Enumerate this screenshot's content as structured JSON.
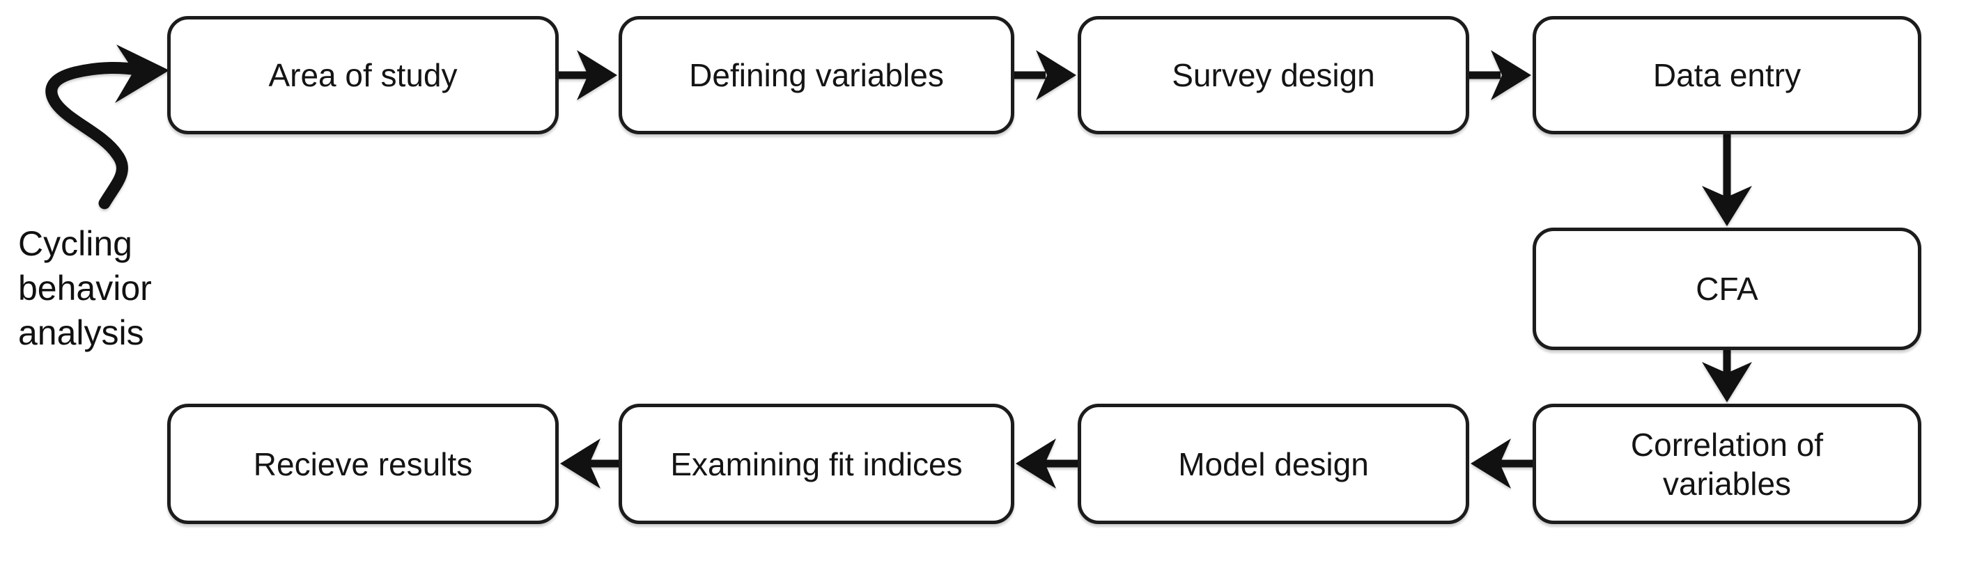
{
  "diagram": {
    "title_hint": "Flowchart of cycling behavior analysis study process",
    "colors": {
      "stroke": "#1c1c1c",
      "fill": "#ffffff",
      "background": "#ffffff",
      "text": "#141414"
    },
    "annotation": {
      "label": "Cycling behavior analysis"
    },
    "nodes": [
      {
        "id": "area-of-study",
        "label": "Area of study"
      },
      {
        "id": "defining-variables",
        "label": "Defining variables"
      },
      {
        "id": "survey-design",
        "label": "Survey design"
      },
      {
        "id": "data-entry",
        "label": "Data entry"
      },
      {
        "id": "cfa",
        "label": "CFA"
      },
      {
        "id": "correlation-of-variables",
        "label": "Correlation of variables"
      },
      {
        "id": "model-design",
        "label": "Model design"
      },
      {
        "id": "examining-fit-indices",
        "label": "Examining fit indices"
      },
      {
        "id": "recieve-results",
        "label": "Recieve results"
      }
    ],
    "edges": [
      {
        "from": "cycling-behavior-analysis",
        "to": "area-of-study",
        "style": "curved-squiggle",
        "direction": "right"
      },
      {
        "from": "area-of-study",
        "to": "defining-variables",
        "direction": "right"
      },
      {
        "from": "defining-variables",
        "to": "survey-design",
        "direction": "right"
      },
      {
        "from": "survey-design",
        "to": "data-entry",
        "direction": "right"
      },
      {
        "from": "data-entry",
        "to": "cfa",
        "direction": "down"
      },
      {
        "from": "cfa",
        "to": "correlation-of-variables",
        "direction": "down"
      },
      {
        "from": "correlation-of-variables",
        "to": "model-design",
        "direction": "left"
      },
      {
        "from": "model-design",
        "to": "examining-fit-indices",
        "direction": "left"
      },
      {
        "from": "examining-fit-indices",
        "to": "recieve-results",
        "direction": "left"
      }
    ]
  }
}
